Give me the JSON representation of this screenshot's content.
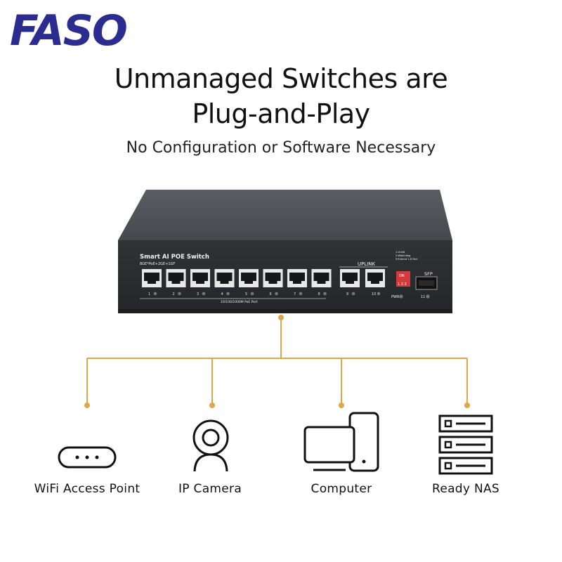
{
  "logo": {
    "text": "FASO"
  },
  "headline": {
    "line1": "Unmanaged Switches are",
    "line2": "Plug-and-Play"
  },
  "subheadline": "No Configuration or Software Necessary",
  "switch": {
    "model": "Smart AI POE Switch",
    "spec": "8GE*PoE+2GE+1GF",
    "uplink_label": "UPLINK",
    "poe_ports_label": "10/100/1000M PoE Port",
    "sfp_label": "SFP",
    "pwr_label": "PWR",
    "dip_legend": [
      "1:VLAN",
      "2:Watchdog",
      "3:Extend 1-8 Port"
    ],
    "dip_on": "ON",
    "dip_nums": "1 2 3",
    "port_numbers": [
      "1",
      "2",
      "3",
      "4",
      "5",
      "6",
      "7",
      "8"
    ],
    "uplink_numbers": [
      "9",
      "10"
    ],
    "sfp_number": "11"
  },
  "colors": {
    "brand": "#2b2c8f",
    "wire": "#e0a64a",
    "switch_body": "#3a3d40"
  },
  "devices": [
    {
      "label": "WiFi Access Point",
      "icon": "wifi-access-point-icon"
    },
    {
      "label": "IP Camera",
      "icon": "ip-camera-icon"
    },
    {
      "label": "Computer",
      "icon": "computer-icon"
    },
    {
      "label": "Ready NAS",
      "icon": "nas-icon"
    }
  ]
}
